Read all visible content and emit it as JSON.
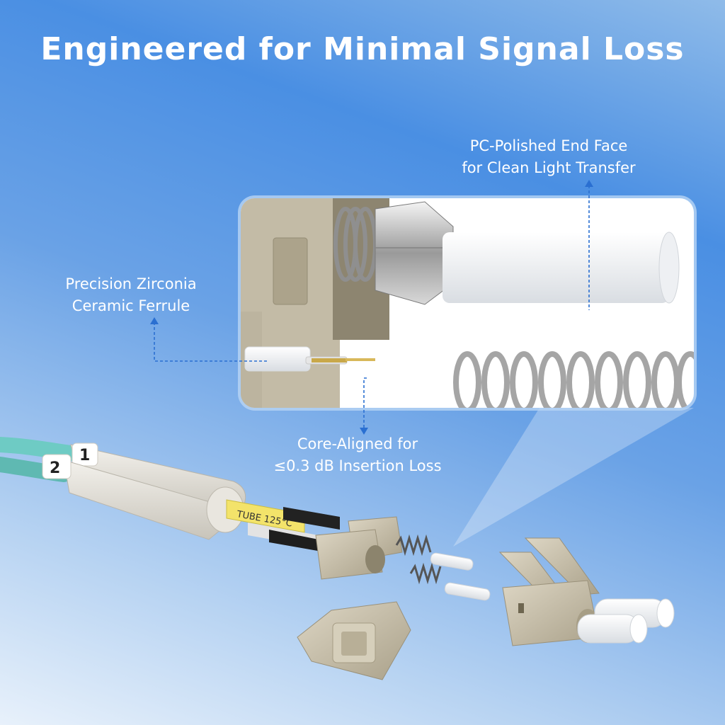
{
  "title": "Engineered for Minimal Signal Loss",
  "callouts": {
    "ferrule": {
      "line1": "Precision Zirconia",
      "line2": "Ceramic Ferrule"
    },
    "end_face": {
      "line1": "PC-Polished End Face",
      "line2": "for Clean Light Transfer"
    },
    "core": {
      "line1": "Core-Aligned for",
      "line2": "≤0.3 dB Insertion Loss"
    }
  },
  "cable_labels": {
    "boot_1": "1",
    "boot_2": "2",
    "jacket_print": "TUBE 125°C"
  },
  "colors": {
    "accent": "#2f7fe0",
    "cable": "#6ecbc4",
    "connector": "#c9c1ad",
    "callout_line": "#2a6fd1"
  }
}
